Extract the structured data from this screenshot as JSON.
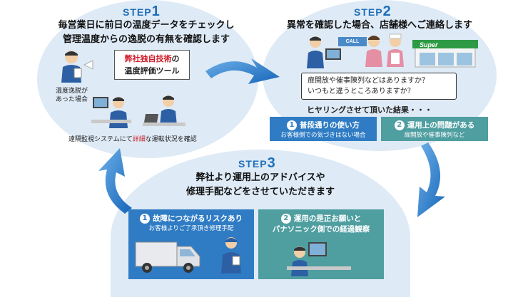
{
  "step1": {
    "label": "STEP",
    "num": "1",
    "heading_line1": "毎営業日に前日の温度データをチェックし",
    "heading_line2": "管理温度からの逸脱の有無を確認します",
    "deviation_line1": "温度逸脱が",
    "deviation_line2": "あった場合",
    "tool_line1_red": "弊社独自技術",
    "tool_line1_rest": "の",
    "tool_line2": "温度評価ツール",
    "caption_pre": "遠隔監視システムにて",
    "caption_red": "詳細",
    "caption_post": "な運転状況を確認"
  },
  "step2": {
    "label": "STEP",
    "num": "2",
    "heading": "異常を確認した場合、店舗様へご連絡します",
    "call_label": "CALL",
    "store_sign": "Super",
    "speech_line1": "扉開放や催事陳列などはありますか？",
    "speech_line2": "いつもと違うところありますか？",
    "result": "ヒヤリングさせて頂いた結果・・・",
    "card1": {
      "num": "1",
      "title": "普段通りの使い方",
      "sub": "お客様側での気づきはない場合"
    },
    "card2": {
      "num": "2",
      "title": "運用上の問題がある",
      "sub": "扉開放や催事陳列など"
    }
  },
  "step3": {
    "label": "STEP",
    "num": "3",
    "heading_line1": "弊社より運用上のアドバイスや",
    "heading_line2": "修理手配などをさせていただきます",
    "card1": {
      "num": "1",
      "title": "故障につながるリスクあり",
      "sub": "お客様よりご了承頂き修理手配"
    },
    "card2": {
      "num": "2",
      "title_line1": "運用の是正お願いと",
      "title_line2": "パナソニック側での経過観察"
    }
  },
  "colors": {
    "bubble": "#deeaf6",
    "accent_blue": "#1f6fb8",
    "card_blue": "#2f7cc4",
    "card_teal": "#4f9ea0",
    "arrow": "#2a7fd0",
    "red": "#d01e2a"
  }
}
